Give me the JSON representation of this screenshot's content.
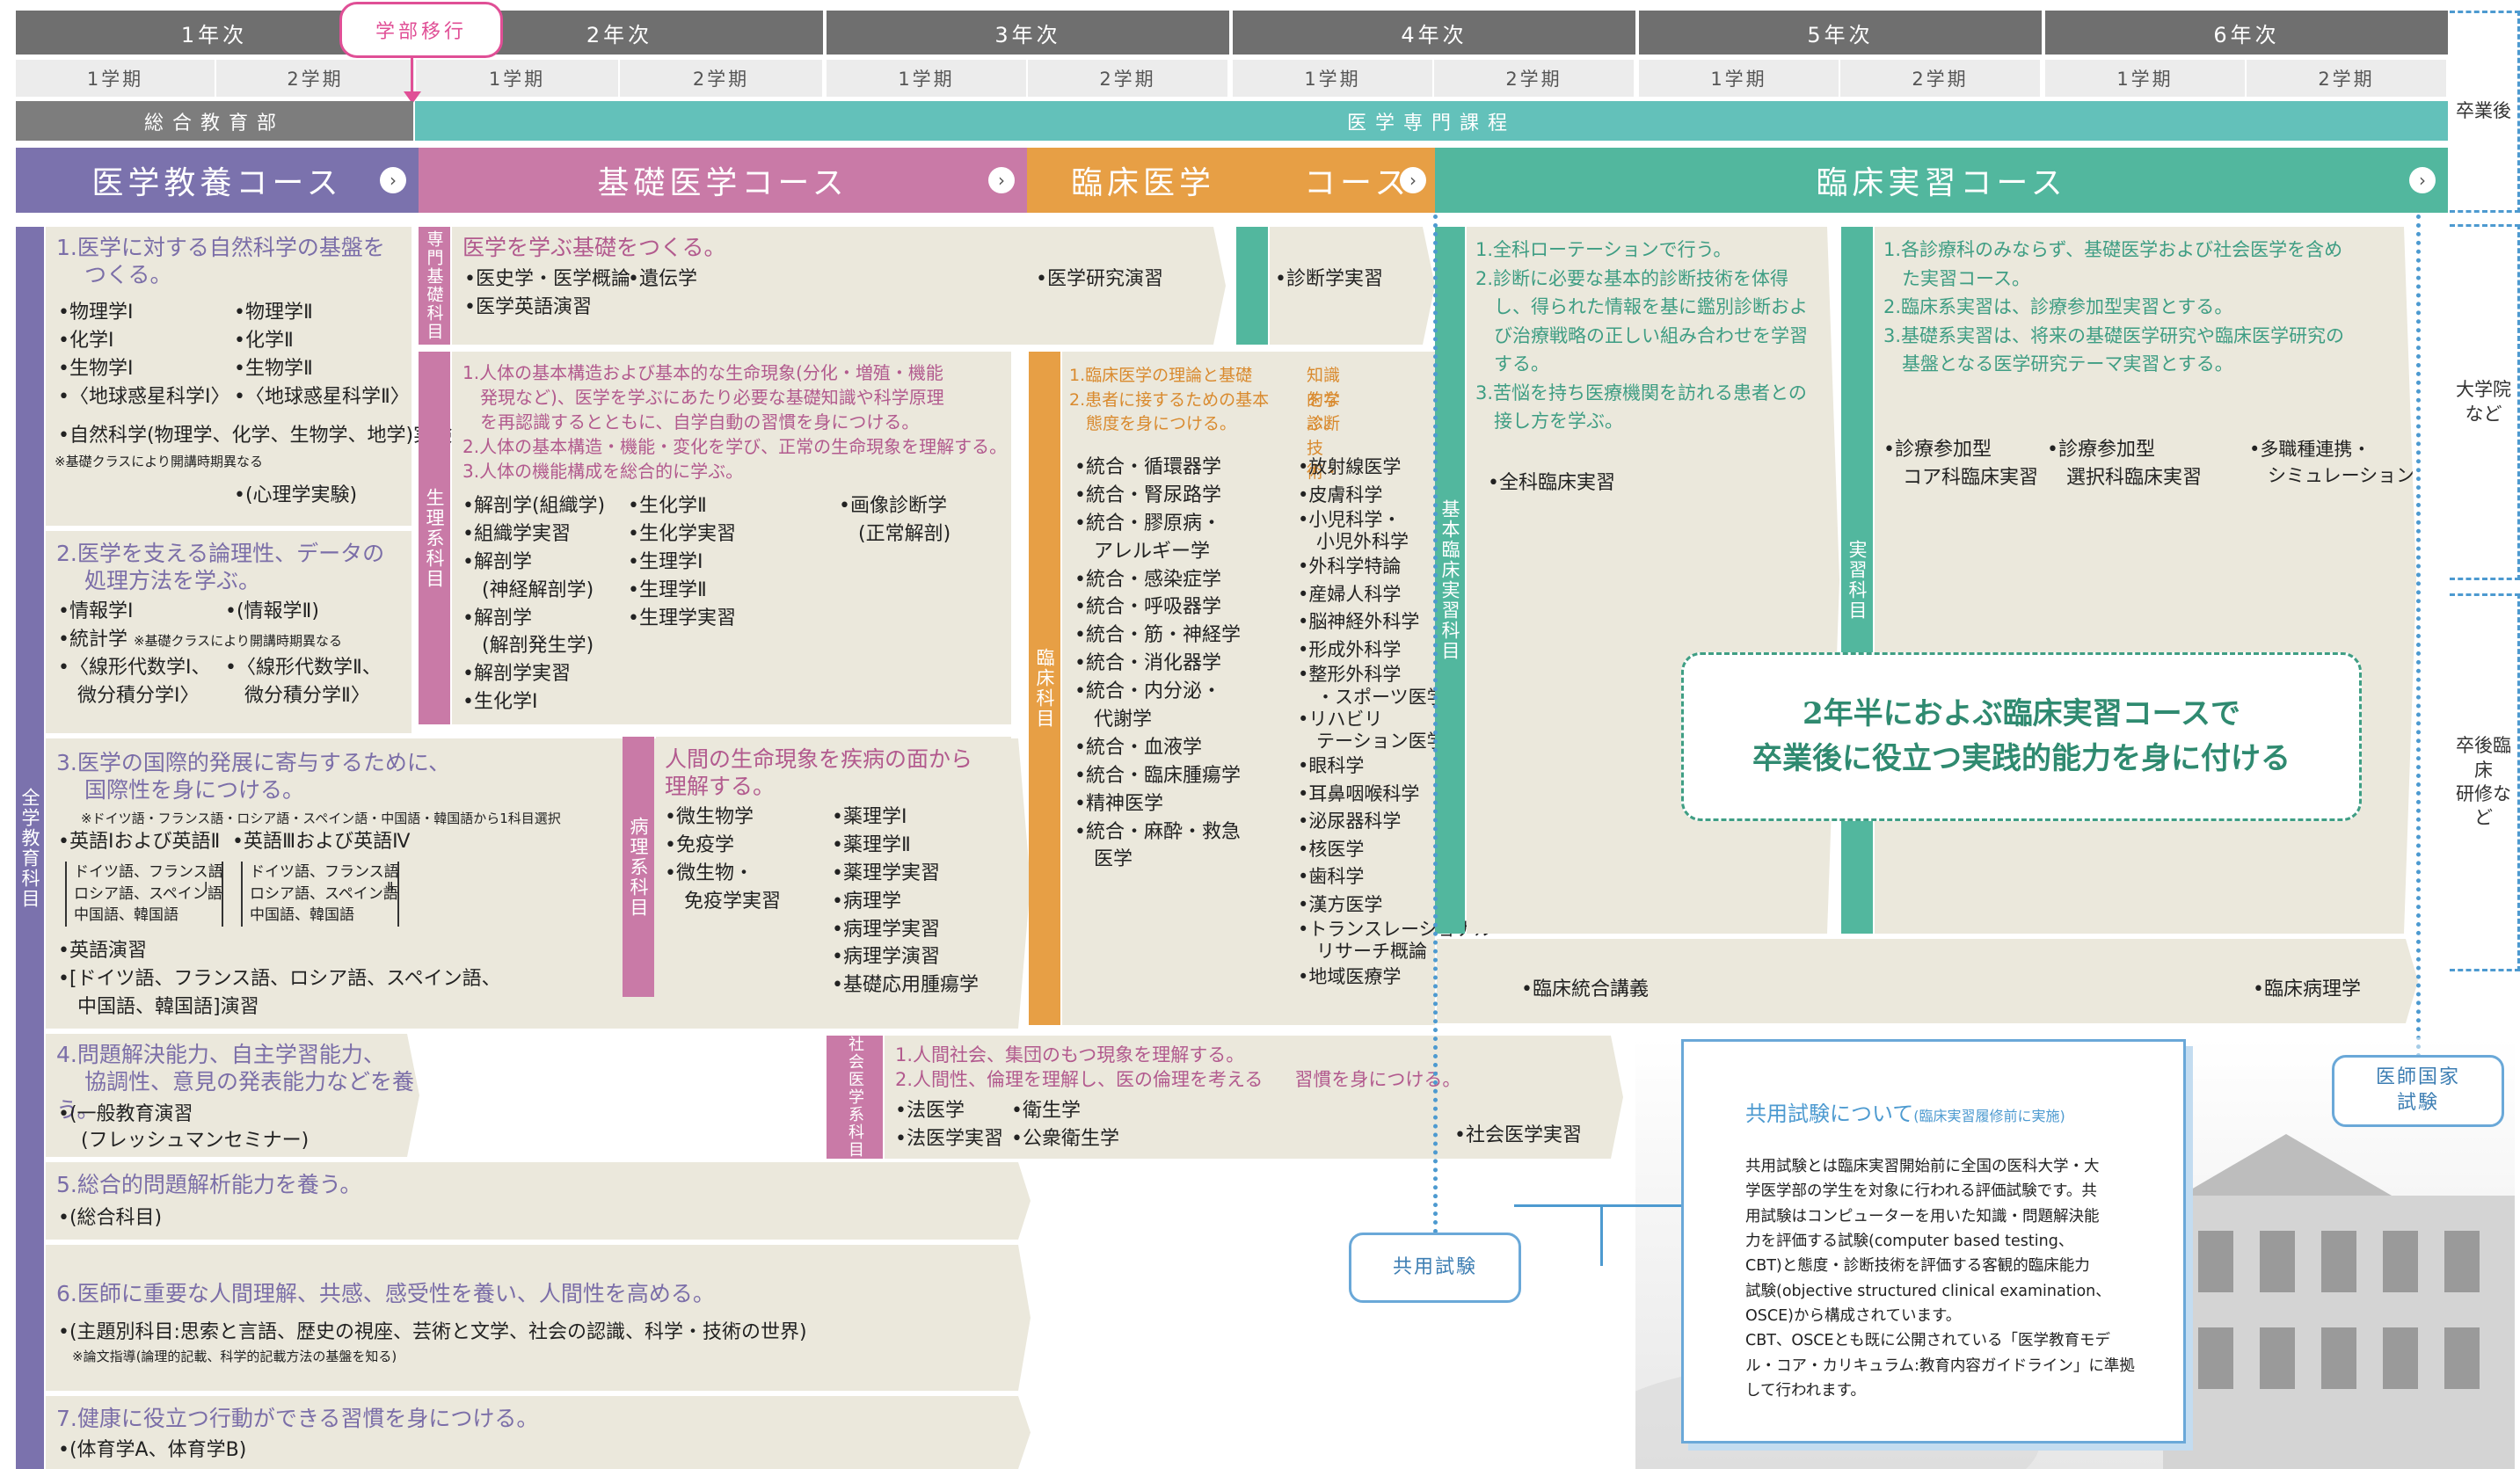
{
  "years": [
    "1年次",
    "2年次",
    "3年次",
    "4年次",
    "5年次",
    "6年次"
  ],
  "term1": "1学期",
  "term2": "2学期",
  "transition": "学部移行",
  "general_bar": "総合教育部",
  "medical_bar": "医学専門課程",
  "courses": {
    "liberal": "医学教養コース",
    "basic": "基礎医学コース",
    "clinical": "臨床医学",
    "clinical2": "コース",
    "practice": "臨床実習コース"
  },
  "arrow": "›",
  "liberal": {
    "h1": "1.医学に対する自然科学の基盤を",
    "h1b": "つくる。",
    "s1a": [
      "•物理学Ⅰ",
      "•化学Ⅰ",
      "•生物学Ⅰ",
      "•〈地球惑星科学Ⅰ〉"
    ],
    "s1b": [
      "•物理学Ⅱ",
      "•化学Ⅱ",
      "•生物学Ⅱ",
      "•〈地球惑星科学Ⅱ〉"
    ],
    "s1c": "•自然科学(物理学、化学、生物学、地学)実験",
    "s1note": "※基礎クラスにより開講時期異なる",
    "s1d": "•(心理学実験)",
    "h2": "2.医学を支える論理性、データの",
    "h2b": "処理方法を学ぶ。",
    "s2a": [
      "•情報学Ⅰ",
      "•統計学",
      "•〈線形代数学Ⅰ、",
      "　微分積分学Ⅰ〉"
    ],
    "s2note": "※基礎クラスにより開講時期異なる",
    "s2b": [
      "•(情報学Ⅱ)",
      "",
      "•〈線形代数学Ⅱ、",
      "　微分積分学Ⅱ〉"
    ],
    "h3": "3.医学の国際的発展に寄与するために、",
    "h3b": "国際性を身につける。",
    "s3note": "※ドイツ語・フランス語・ロシア語・スペイン語・中国語・韓国語から1科目選択",
    "s3a": "•英語Ⅰおよび英語Ⅱ",
    "s3b": "•英語Ⅲおよび英語Ⅳ",
    "lang": [
      "ドイツ語、フランス語",
      "ロシア語、スペイン語",
      "中国語、韓国語"
    ],
    "roman1": "Ⅰ",
    "roman2": "Ⅱ",
    "s3c": "•英語演習",
    "s3d": "•[ドイツ語、フランス語、ロシア語、スペイン語、",
    "s3e": "　中国語、韓国語]演習",
    "h4": "4.問題解決能力、自主学習能力、",
    "h4b": "協調性、意見の発表能力などを養う。",
    "s4": "•(一般教育演習",
    "s4b": "(フレッシュマンセミナー)",
    "h5": "5.総合的問題解析能力を養う。",
    "s5": "•(総合科目)",
    "h6": "6.医師に重要な人間理解、共感、感受性を養い、人間性を高める。",
    "s6": "•(主題別科目:思索と言語、歴史の視座、芸術と文学、社会の認識、科学・技術の世界)",
    "s6note": "※論文指導(論理的記載、科学的記載方法の基盤を知る)",
    "h7": "7.健康に役立つ行動ができる習慣を身につける。",
    "s7": "•(体育学A、体育学B)",
    "vlabel": "全学教育科目"
  },
  "basic": {
    "v1": "専門基礎科目",
    "h1": "医学を学ぶ基礎をつくる。",
    "s1": [
      "•医史学・医学概論",
      "•医学英語演習"
    ],
    "s1b": "•遺伝学",
    "research": "•医学研究演習",
    "v2": "生理系科目",
    "h2": [
      "1.人体の基本構造および基本的な生命現象(分化・増殖・機能",
      "　発現など)、医学を学ぶにあたり必要な基礎知識や科学原理",
      "　を再認識するとともに、自学自動の習慣を身につける。",
      "2.人体の基本構造・機能・変化を学び、正常の生命現象を理解する。",
      "3.人体の機能構成を総合的に学ぶ。"
    ],
    "s2a": [
      "•解剖学(組織学)",
      "•組織学実習",
      "•解剖学",
      "　(神経解剖学)",
      "•解剖学",
      "　(解剖発生学)",
      "•解剖学実習",
      "•生化学Ⅰ"
    ],
    "s2b": [
      "•生化学Ⅱ",
      "•生化学実習",
      "•生理学Ⅰ",
      "•生理学Ⅱ",
      "•生理学実習"
    ],
    "s2c": [
      "•画像診断学",
      "　(正常解剖)"
    ],
    "v3": "病理系科目",
    "h3": "人間の生命現象を疾病の面から",
    "h3b": "理解する。",
    "s3a": [
      "•微生物学",
      "•免疫学",
      "•微生物・",
      "　免疫学実習"
    ],
    "s3b": [
      "•薬理学Ⅰ",
      "•薬理学Ⅱ",
      "•薬理学実習",
      "•病理学",
      "•病理学実習",
      "•病理学演習",
      "•基礎応用腫瘍学"
    ],
    "v4": "社会医学系科目",
    "h4": "1.人間社会、集団のもつ現象を理解する。",
    "h4b": "2.人間性、倫理を理解し、医の倫理を考える",
    "h4c": "習慣を身につける。",
    "s4a": [
      "•法医学",
      "•法医学実習"
    ],
    "s4b": [
      "•衛生学",
      "•公衆衛生学"
    ],
    "s4c": "•社会医学実習"
  },
  "clinical": {
    "diag": "•診断学実習",
    "v": "臨床科目",
    "h1": "1.臨床医学の理論と基礎",
    "h1r": "知識を学ぶ。",
    "h2": "2.患者に接するための基本",
    "h2r": "的な診断技術・",
    "h3": "　態度を身につける。",
    "s1": [
      "•統合・循環器学",
      "•統合・腎尿路学",
      "•統合・膠原病・",
      "　アレルギー学",
      "•統合・感染症学",
      "•統合・呼吸器学",
      "•統合・筋・神経学",
      "•統合・消化器学",
      "•統合・内分泌・",
      "　代謝学",
      "•統合・血液学",
      "•統合・臨床腫瘍学",
      "•精神医学",
      "•統合・麻酔・救急",
      "　医学"
    ],
    "s2": [
      "•放射線医学",
      "•皮膚科学",
      "•小児科学・",
      "　小児外科学",
      "•外科学特論",
      "•産婦人科学",
      "•脳神経外科学",
      "•形成外科学",
      "•整形外科学",
      "　・スポーツ医学",
      "•リハビリ",
      "　テーション医学",
      "•眼科学",
      "•耳鼻咽喉科学",
      "•泌尿器科学",
      "•核医学",
      "•歯科学",
      "•漢方医学",
      "•トランスレーショナル",
      "　リサーチ概論",
      "•地域医療学"
    ]
  },
  "practice": {
    "v1": "基本臨床実習科目",
    "h1": [
      "1.全科ローテーションで行う。",
      "2.診断に必要な基本的診断技術を体得",
      "　し、得られた情報を基に鑑別診断およ",
      "　び治療戦略の正しい組み合わせを学習",
      "　する。",
      "3.苦悩を持ち医療機関を訪れる患者との",
      "　接し方を学ぶ。"
    ],
    "s1": "•全科臨床実習",
    "v2": "実習科目",
    "h2": [
      "1.各診療科のみならず、基礎医学および社会医学を含め",
      "　た実習コース。",
      "2.臨床系実習は、診療参加型実習とする。",
      "3.基礎系実習は、将来の基礎医学研究や臨床医学研究の",
      "　基盤となる医学研究テーマ実習とする。"
    ],
    "s2a": [
      "•診療参加型",
      "　コア科臨床実習"
    ],
    "s2b": [
      "•診療参加型",
      "　選択科臨床実習"
    ],
    "s2c": [
      "•多職種連携・",
      "　シミュレーション実習"
    ],
    "banner1": "2年半におよぶ臨床実習コースで",
    "banner2": "卒業後に役立つ実践的能力を身に付ける",
    "integ": "•臨床統合講義",
    "patho": "•臨床病理学"
  },
  "exam": {
    "button": "共用試験",
    "title": "共用試験について",
    "title_note": "(臨床実習履修前に実施)",
    "body": [
      "共用試験とは臨床実習開始前に全国の医科大学・大",
      "学医学部の学生を対象に行われる評価試験です。共",
      "用試験はコンピューターを用いた知識・問題解決能",
      "力を評価する試験(computer based testing、",
      "CBT)と態度・診断技術を評価する客観的臨床能力",
      "試験(objective structured clinical examination、",
      "OSCE)から構成されています。",
      "CBT、OSCEとも既に公開されている「医学教育モデ",
      "ル・コア・カリキュラム:教育内容ガイドライン」に準拠",
      "して行われます。"
    ]
  },
  "national": [
    "医師国家",
    "試験"
  ],
  "side": [
    "卒業後",
    "大学院\nなど",
    "卒後臨床\n研修など"
  ],
  "colors": {
    "liberal": "#7b72ad",
    "basic": "#c97aa7",
    "clinical": "#e79f45",
    "practice": "#52b79e",
    "teal": "#63c1ba",
    "gray": "#6f6f6f"
  }
}
